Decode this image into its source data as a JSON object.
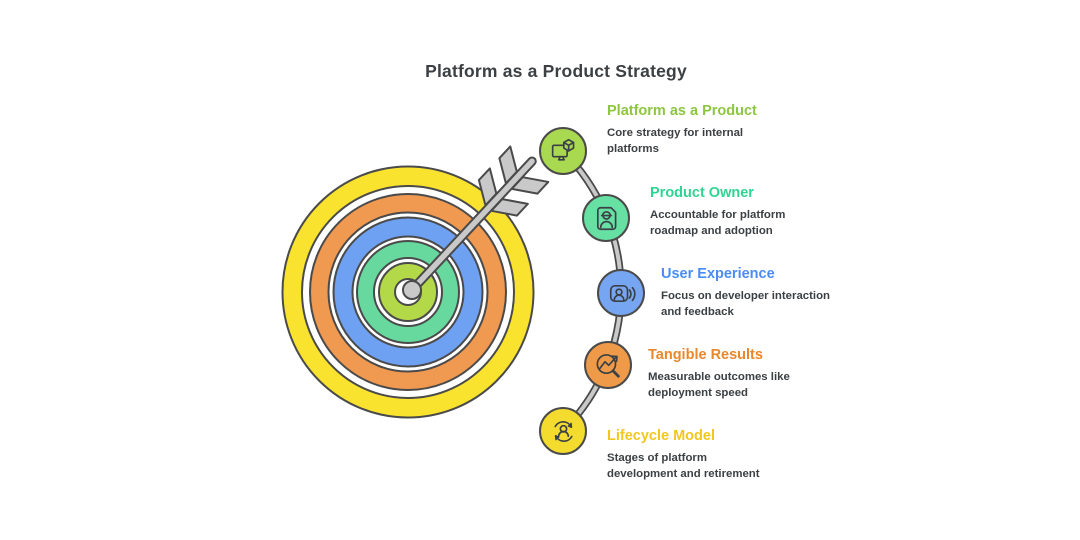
{
  "title": "Platform as a Product Strategy",
  "items": [
    {
      "heading": "Platform as a Product",
      "description": "Core strategy for internal\nplatforms",
      "heading_color": "#8DC63F",
      "circle_color": "#A9D950",
      "icon": "monitor-cube-icon"
    },
    {
      "heading": "Product Owner",
      "description": "Accountable for platform\nroadmap and adoption",
      "heading_color": "#2FD492",
      "circle_color": "#67E0A3",
      "icon": "worker-badge-icon"
    },
    {
      "heading": "User Experience",
      "description": "Focus on developer interaction\nand feedback",
      "heading_color": "#4A8CF5",
      "circle_color": "#76A5F2",
      "icon": "user-feedback-icon"
    },
    {
      "heading": "Tangible Results",
      "description": "Measurable outcomes like\ndeployment speed",
      "heading_color": "#E8872B",
      "circle_color": "#EF9A48",
      "icon": "magnifier-trend-icon"
    },
    {
      "heading": "Lifecycle Model",
      "description": "Stages of platform\ndevelopment and retirement",
      "heading_color": "#F2C71D",
      "circle_color": "#F4DC2E",
      "icon": "person-cycle-icon"
    }
  ],
  "target": {
    "rings": [
      {
        "name": "outer-ring",
        "color": "#F9E32E"
      },
      {
        "name": "ring-2",
        "color": "#F09950"
      },
      {
        "name": "ring-3",
        "color": "#6EA1F2"
      },
      {
        "name": "ring-4",
        "color": "#68D99E"
      },
      {
        "name": "ring-5",
        "color": "#B4D948"
      },
      {
        "name": "center-dot",
        "color": "#C9C9C9"
      }
    ],
    "arrow_color": "#C9C9C9",
    "connector_color": "#C9C9C9",
    "outline_color": "#4A4A4A"
  }
}
